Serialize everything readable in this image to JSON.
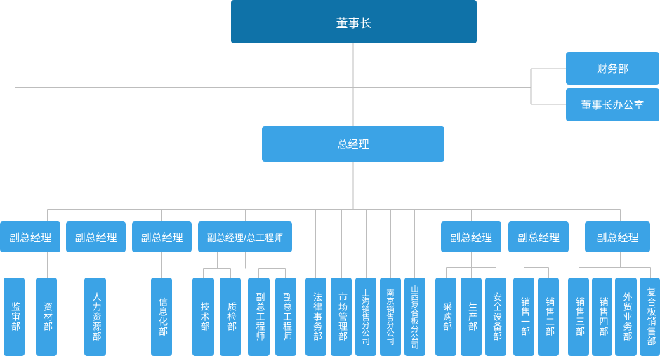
{
  "chairman": "董事长",
  "finance": "财务部",
  "chairman_office": "董事长办公室",
  "gm": "总经理",
  "vp1": {
    "title": "副总经理",
    "depts": [
      "监审部",
      "资材部"
    ]
  },
  "vp2": {
    "title": "副总经理",
    "depts": [
      "人力资源部"
    ]
  },
  "vp3": {
    "title": "副总经理",
    "depts": [
      "信息化部"
    ]
  },
  "vp4": {
    "title": "副总经理/总工程师",
    "depts": [
      "技术部",
      "质检部",
      "副总工程师",
      "副总工程师"
    ]
  },
  "direct": [
    "法律事务部",
    "市场管理部",
    "上海销售分公司",
    "南京销售分公司",
    "山西复合板分公司"
  ],
  "vp5": {
    "title": "副总经理",
    "depts": [
      "采购部",
      "生产部",
      "安全设备部"
    ]
  },
  "vp6": {
    "title": "副总经理",
    "depts": [
      "销售一部",
      "销售二部"
    ]
  },
  "vp7": {
    "title": "副总经理",
    "depts": [
      "销售三部",
      "销售四部",
      "外贸业务部",
      "复合板销售部"
    ]
  },
  "colors": {
    "top": "#0f72a8",
    "node": "#3ba3e6",
    "line": "#bdbdbd"
  }
}
